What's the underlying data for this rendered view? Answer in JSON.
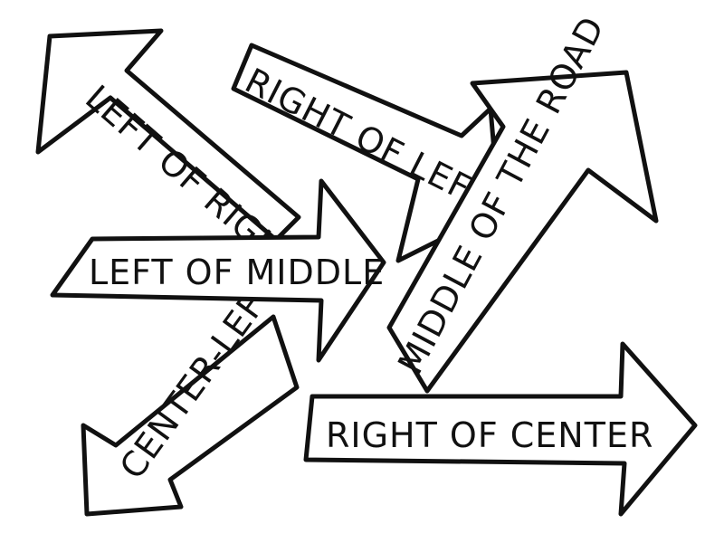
{
  "arrows": {
    "left_of_right": {
      "label": "LEFT OF RIGHT",
      "direction": "up-left"
    },
    "right_of_left": {
      "label": "RIGHT OF LEFT",
      "direction": "down-right"
    },
    "left_of_middle": {
      "label": "LEFT OF MIDDLE",
      "direction": "right"
    },
    "middle_of_the_road": {
      "label": "MIDDLE OF THE ROAD",
      "direction": "up-right"
    },
    "center_left": {
      "label": "CENTER-LEFT",
      "direction": "down-left"
    },
    "right_of_center": {
      "label": "RIGHT OF CENTER",
      "direction": "right"
    }
  },
  "colors": {
    "stroke": "#111111",
    "fill": "#ffffff"
  }
}
